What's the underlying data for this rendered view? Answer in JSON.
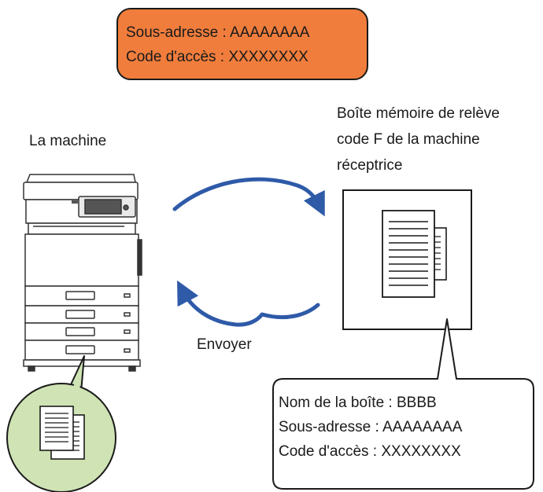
{
  "top_box": {
    "sub_address": "Sous-adresse : AAAAAAAA",
    "access_code": "Code d'accès : XXXXXXXX"
  },
  "machine": {
    "label": "La machine"
  },
  "receiver": {
    "label_line1": "Boîte mémoire de relève",
    "label_line2": "code F de la machine",
    "label_line3": "réceptrice"
  },
  "send": {
    "label": "Envoyer"
  },
  "box_callout": {
    "box_name": "Nom de la boîte : BBBB",
    "sub_address": "Sous-adresse : AAAAAAAA",
    "access_code": "Code d'accès : XXXXXXXX"
  },
  "colors": {
    "orange_box": "#f07d3c",
    "arrow": "#2e5aa8",
    "doc_bubble": "#cfe3b4"
  }
}
